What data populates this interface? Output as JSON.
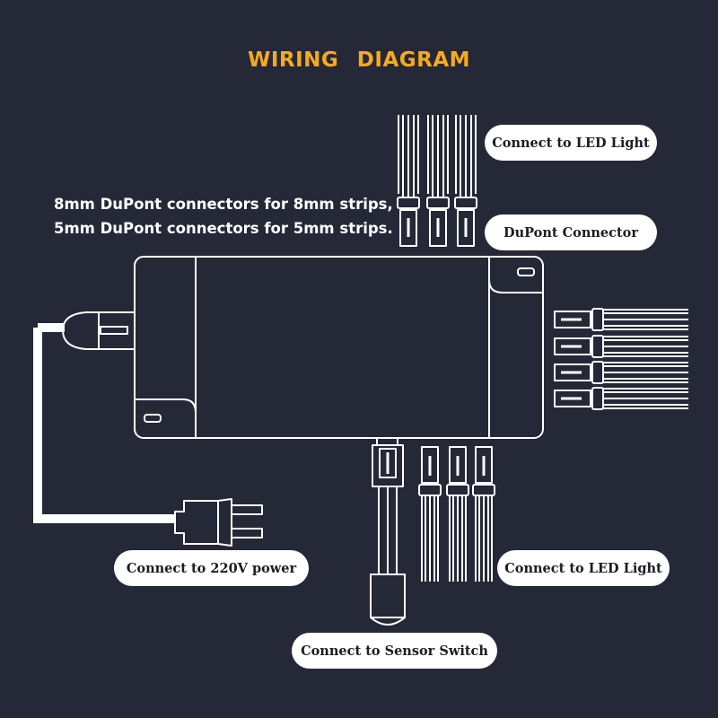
{
  "title": "WIRING   DIAGRAM",
  "note": {
    "line1": "8mm DuPont connectors for 8mm strips,",
    "line2": "5mm DuPont connectors for 5mm strips."
  },
  "labels": {
    "led_light_top": "Connect to LED Light",
    "dupont_connector": "DuPont Connector",
    "power": "Connect to 220V power",
    "led_light_bottom": "Connect to LED Light",
    "sensor_switch": "Connect to Sensor Switch"
  },
  "colors": {
    "background": "#252837",
    "title": "#f4ab1c",
    "line": "#ffffff",
    "pill": "#ffffff",
    "pill_text": "#1c1c24"
  }
}
